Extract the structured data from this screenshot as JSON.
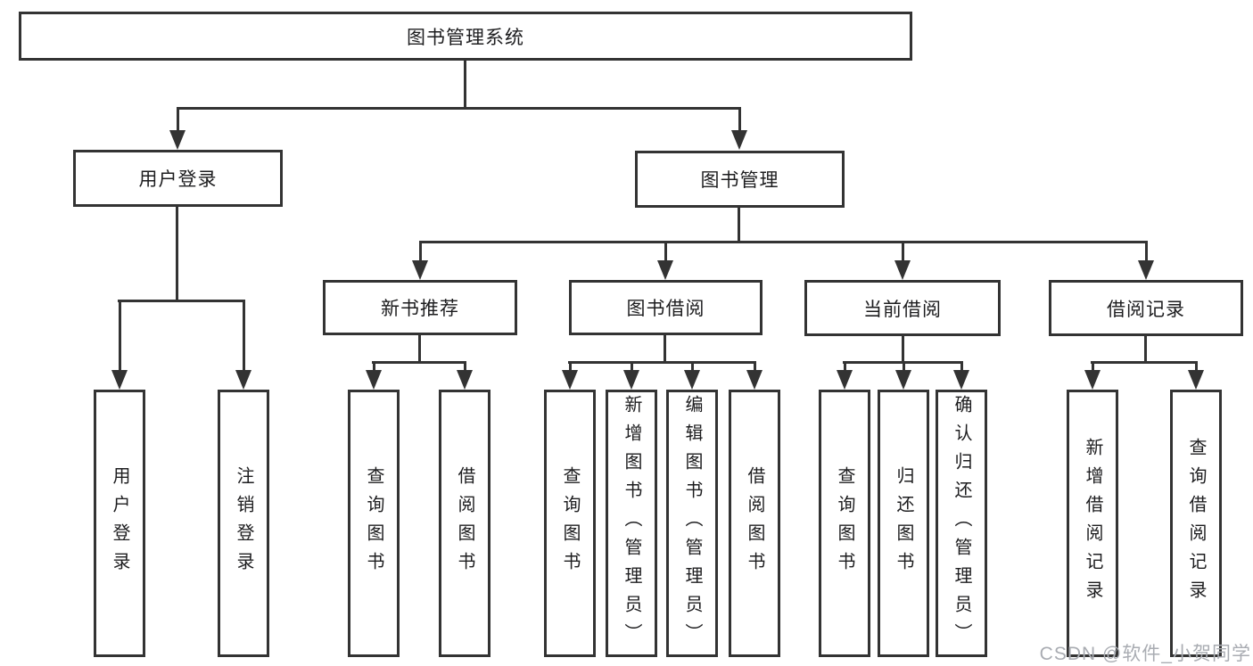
{
  "diagram": {
    "root": "图书管理系统",
    "level2": {
      "user_login": "用户登录",
      "book_mgmt": "图书管理"
    },
    "level3": {
      "new_books": "新书推荐",
      "borrow": "图书借阅",
      "current": "当前借阅",
      "records": "借阅记录"
    },
    "leaves": {
      "user_login": [
        "用户登录",
        "注销登录"
      ],
      "new_books": [
        "查询图书",
        "借阅图书"
      ],
      "borrow": [
        "查询图书",
        "新增图书（管理员）",
        "编辑图书（管理员）",
        "借阅图书"
      ],
      "current": [
        "查询图书",
        "归还图书",
        "确认归还（管理员）"
      ],
      "records": [
        "新增借阅记录",
        "查询借阅记录"
      ]
    }
  },
  "watermark": "CSDN @软件_小贺同学",
  "colors": {
    "line": "#333333",
    "text": "#1d1d1f",
    "watermark": "#a9acb2",
    "background": "#ffffff"
  }
}
